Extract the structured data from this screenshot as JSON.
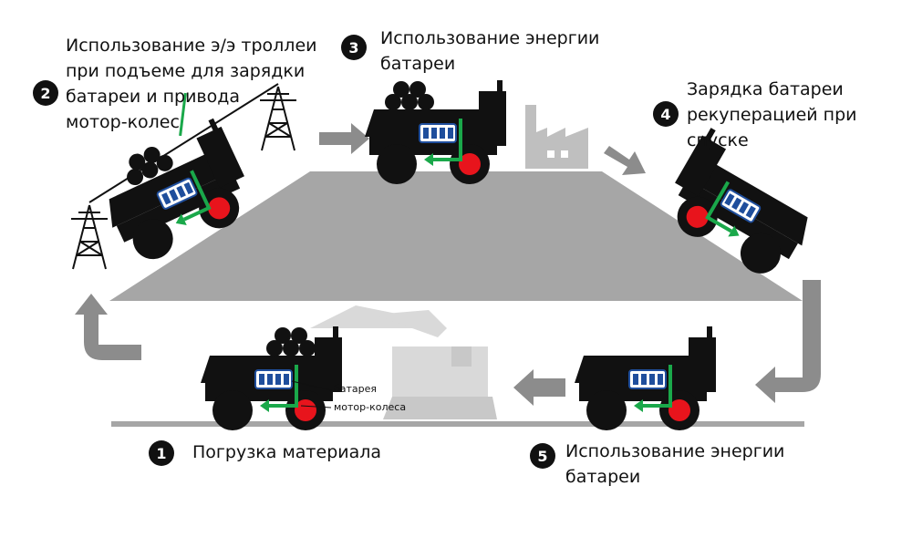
{
  "steps": [
    {
      "num": "1",
      "text": [
        "Погрузка материала"
      ]
    },
    {
      "num": "2",
      "text": [
        "Использование э/э троллеи",
        "при подъеме для зарядки",
        "батареи и привода",
        "мотор-колес"
      ]
    },
    {
      "num": "3",
      "text": [
        "Использование энергии",
        "батареи"
      ]
    },
    {
      "num": "4",
      "text": [
        "Зарядка батареи",
        "рекуперацией при",
        "спуске"
      ]
    },
    {
      "num": "5",
      "text": [
        "Использование энергии",
        "батареи"
      ]
    }
  ],
  "callouts": {
    "battery": "батарея",
    "wheels": "мотор-колеса"
  },
  "colors": {
    "truck": "#111111",
    "arrow_gray": "#8c8c8c",
    "pit_gray": "#a6a6a6",
    "green": "#1aa84a",
    "red": "#e8141c",
    "battery_blue": "#1f4e9c",
    "excavator": "#d9d9d9"
  }
}
